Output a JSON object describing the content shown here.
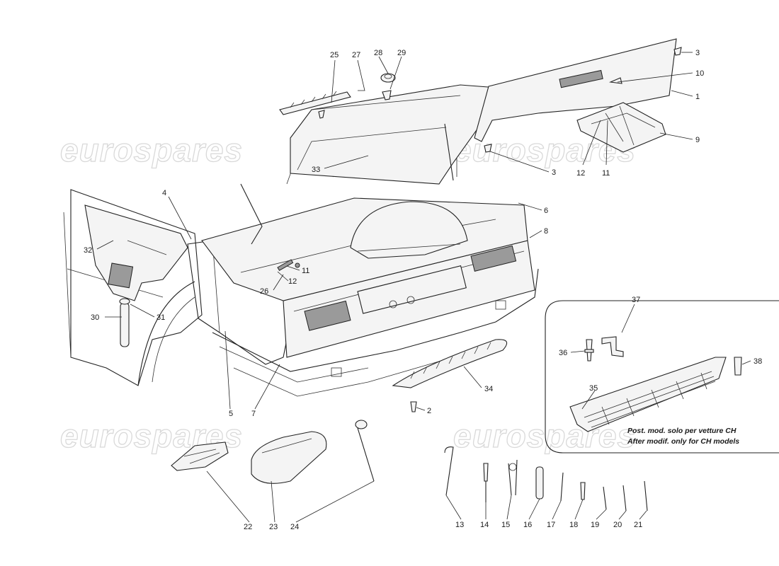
{
  "watermark": {
    "text": "eurospares"
  },
  "callouts": {
    "c1": "1",
    "c2": "2",
    "c3a": "3",
    "c3b": "3",
    "c4": "4",
    "c5": "5",
    "c6": "6",
    "c7": "7",
    "c8": "8",
    "c9": "9",
    "c10": "10",
    "c11a": "11",
    "c11b": "11",
    "c12a": "12",
    "c12b": "12",
    "c13": "13",
    "c14": "14",
    "c15": "15",
    "c16": "16",
    "c17": "17",
    "c18": "18",
    "c19": "19",
    "c20": "20",
    "c21": "21",
    "c22": "22",
    "c23": "23",
    "c24": "24",
    "c25": "25",
    "c26": "26",
    "c27": "27",
    "c28": "28",
    "c29": "29",
    "c30": "30",
    "c31": "31",
    "c32": "32",
    "c33": "33",
    "c34": "34",
    "c35": "35",
    "c36": "36",
    "c37": "37",
    "c38": "38"
  },
  "inset_note": {
    "line1": "Post. mod. solo per vetture CH",
    "line2": "After modif. only for CH models"
  }
}
